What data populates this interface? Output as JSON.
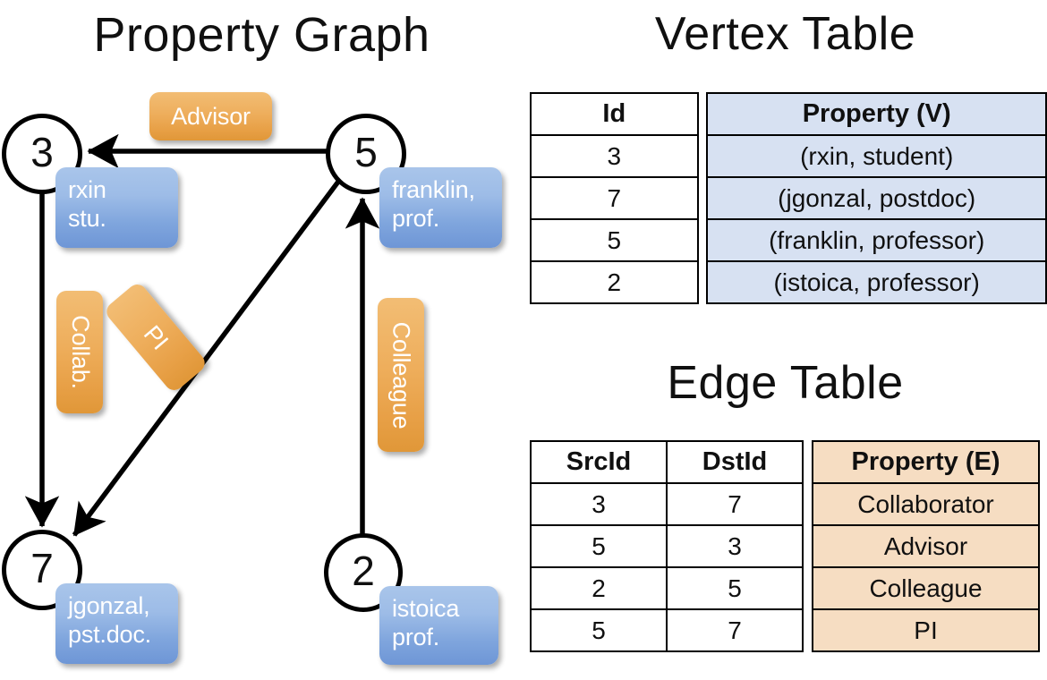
{
  "titles": {
    "property_graph": "Property Graph",
    "vertex_table": "Vertex Table",
    "edge_table": "Edge Table"
  },
  "graph": {
    "vertices": [
      {
        "id": "3",
        "property": "rxin\nstu."
      },
      {
        "id": "5",
        "property": "franklin,\nprof."
      },
      {
        "id": "7",
        "property": "jgonzal,\npst.doc."
      },
      {
        "id": "2",
        "property": "istoica\nprof."
      }
    ],
    "vertex_labels": {
      "v3": "3",
      "v5": "5",
      "v7": "7",
      "v2": "2"
    },
    "vertex_props": {
      "v3_line1": "rxin",
      "v3_line2": "stu.",
      "v5_line1": "franklin,",
      "v5_line2": "prof.",
      "v7_line1": "jgonzal,",
      "v7_line2": "pst.doc.",
      "v2_line1": "istoica",
      "v2_line2": "prof."
    },
    "edge_labels": {
      "advisor": "Advisor",
      "collab": "Collab.",
      "pi": "PI",
      "colleague": "Colleague"
    },
    "edges": [
      {
        "src": "5",
        "dst": "3",
        "label": "Advisor"
      },
      {
        "src": "3",
        "dst": "7",
        "label": "Collab."
      },
      {
        "src": "5",
        "dst": "7",
        "label": "PI"
      },
      {
        "src": "2",
        "dst": "5",
        "label": "Colleague"
      }
    ]
  },
  "vertex_table": {
    "headers": [
      "Id",
      "Property (V)"
    ],
    "rows": [
      {
        "id": "3",
        "property": "(rxin, student)"
      },
      {
        "id": "7",
        "property": "(jgonzal, postdoc)"
      },
      {
        "id": "5",
        "property": "(franklin, professor)"
      },
      {
        "id": "2",
        "property": "(istoica, professor)"
      }
    ]
  },
  "edge_table": {
    "headers": [
      "SrcId",
      "DstId",
      "Property (E)"
    ],
    "rows": [
      {
        "src": "3",
        "dst": "7",
        "property": "Collaborator"
      },
      {
        "src": "5",
        "dst": "3",
        "property": "Advisor"
      },
      {
        "src": "2",
        "dst": "5",
        "property": "Colleague"
      },
      {
        "src": "5",
        "dst": "7",
        "property": "PI"
      }
    ]
  },
  "colors": {
    "vertex_property_fill": "#8cb0e2",
    "edge_label_fill": "#eeae5c",
    "vertex_table_fill": "#d7e1f2",
    "edge_table_fill": "#f6ddc2",
    "stroke": "#000000",
    "background": "#ffffff"
  }
}
